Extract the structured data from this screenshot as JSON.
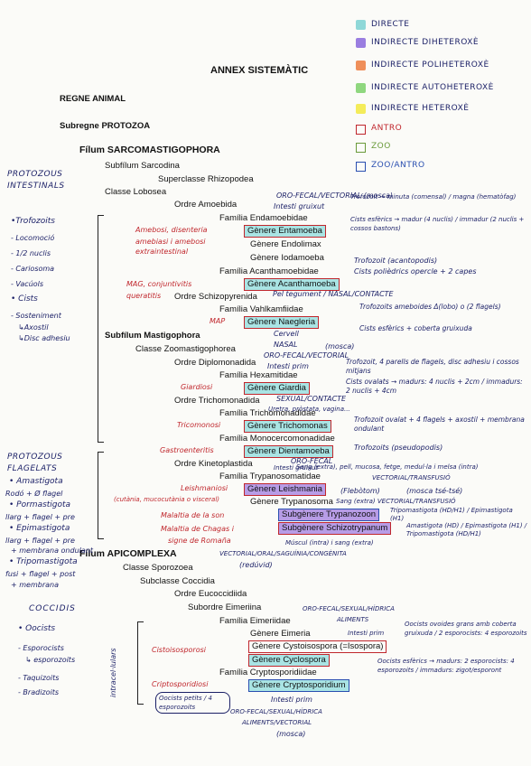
{
  "legend": [
    {
      "label": "DIRECTE",
      "color": "#8fd8d8"
    },
    {
      "label": "INDIRECTE DIHETEROXÈ",
      "color": "#9a7ee0"
    },
    {
      "label": "INDIRECTE POLIHETEROXÈ",
      "color": "#ef8f5a"
    },
    {
      "label": "INDIRECTE AUTOHETEROXÈ",
      "color": "#8fd77f"
    },
    {
      "label": "INDIRECTE HETEROXÈ",
      "color": "#f4ec5a"
    }
  ],
  "legend_boxes": [
    {
      "label": "ANTRO",
      "color": "#c0272d"
    },
    {
      "label": "ZOO",
      "color": "#6a9a3a"
    },
    {
      "label": "ZOO/ANTRO",
      "color": "#2a4fb0"
    }
  ],
  "doc": {
    "title": "ANNEX SISTEMÀTIC",
    "regne": "REGNE ANIMAL",
    "subregne": "Subregne PROTOZOA",
    "filum1": "Fílum SARCOMASTIGOPHORA",
    "subfilum_sarcodina": "Subfílum Sarcodina",
    "superclasse": "Superclasse Rhizopodea",
    "classe_lobosea": "Classe Lobosea",
    "ordre_amoebida": "Ordre Amoebida",
    "familia_endamoebidae": "Família Endamoebidae",
    "genere_entamoeba": "Gènere Entamoeba",
    "genere_endolimax": "Gènere Endolimax",
    "genere_iodamoeba": "Gènere Iodamoeba",
    "familia_acanthamoebidae": "Família Acanthamoebidae",
    "genere_acanthamoeba": "Gènere Acanthamoeba",
    "ordre_schizopyrenida": "Ordre Schizopyrenida",
    "familia_vahlkampfiidae": "Família Vahlkamfiidae",
    "genere_naegleria": "Gènere Naegleria",
    "subfilum_mastigophora": "Subfílum Mastigophora",
    "classe_zoomastigophorea": "Classe Zoomastigophorea",
    "ordre_diplomonadida": "Ordre Diplomonadida",
    "familia_hexamitidae": "Família Hexamitidae",
    "genere_giardia": "Gènere Giardia",
    "ordre_trichomonadida": "Ordre Trichomonadida",
    "familia_trichomonadidae": "Família Trichomonadidae",
    "genere_trichomonas": "Gènere Trichomonas",
    "familia_monocercomonadidae": "Família Monocercomonadidae",
    "genere_dientamoeba": "Gènere Dientamoeba",
    "ordre_kinetoplastida": "Ordre Kinetoplastida",
    "familia_trypanosomatidae": "Família Trypanosomatidae",
    "genere_leishmania": "Gènere Leishmania",
    "genere_trypanosoma": "Gènere Trypanosoma",
    "subgenere_trypanozoon": "Subgènere Trypanozoon",
    "subgenere_schizotrypanum": "Subgènere Schizotrypanum",
    "filum2": "Fílum APICOMPLEXA",
    "classe_sporozoea": "Classe Sporozoea",
    "subclasse_coccidia": "Subclasse Coccidia",
    "ordre_eucoccidiida": "Ordre Eucoccidiida",
    "subordre_eimeriina": "Subordre Eimeriina",
    "familia_eimeriidae": "Família Eimeriidae",
    "genere_eimeria": "Gènere Eimeria",
    "genere_cystoisospora": "Gènere Cystoisospora (=Isospora)",
    "genere_cyclospora": "Gènere Cyclospora",
    "familia_cryptosporidiidae": "Família Cryptosporidiidae",
    "genere_cryptosporidium": "Gènere Cryptosporidium"
  },
  "notes_left": {
    "protozous_intestinals": "PROTOZOUS INTESTINALS",
    "list1": [
      "•Trofozoits",
      "- Locomoció",
      "- 1/2 nuclis",
      "- Cariosoma",
      "- Vacúols",
      "• Cists",
      "- Sosteniment",
      "↳Axostil",
      "↳Disc adhesiu"
    ],
    "protozous_flagelats": "PROTOZOUS FLAGELATS",
    "list2": [
      "• Amastigota",
      "Rodó + Ø flagel",
      "• Pormastigota",
      "llarg + flagel + pre",
      "• Epimastigota",
      "llarg + flagel + pre",
      "+ membrana ondulant",
      "• Tripomastigota",
      "fusi + flagel + post",
      "+ membrana"
    ],
    "coccidis": "COCCIDIS",
    "list3": [
      "• Oocists",
      "- Esporocists",
      "↳ esporozoits",
      "- Taquizoits",
      "- Bradizoits"
    ]
  },
  "notes_red": {
    "amebosi": "Amebosi, disenteria",
    "amebiasi": "amebiasi i amebosi extraintestinal",
    "mag": "MAG, conjuntivitis",
    "queratitis": "queratitis",
    "map": "MAP",
    "giardiosi": "Giardiosi",
    "tricomonosi": "Tricomonosi",
    "gastroenteritis": "Gastroenteritis",
    "leishmaniosi": "Leishmaniosi",
    "leish_note": "(cutània, mucocutània o visceral)",
    "malaltia_son": "Malaltia de la son",
    "chagas": "Malaltia de Chagas i",
    "romana": "signe de Romaña",
    "cistoisosporosi": "Cistoisosporosi",
    "criptosporidiosi": "Criptosporidiosi",
    "intracellulars": "intracel·lulars"
  },
  "notes_right": {
    "n1": "ORO-FECAL/VECTORIAL (mosca)",
    "n2": "Intesti gruixut",
    "n3": "Trofozoit → minuta (comensal) / magna (hematòfag)",
    "n4": "Cists esfèrics → madur (4 nuclis) / immadur (2 nuclis + cossos bastons)",
    "n5": "Trofozoit (acantopodis)",
    "n6": "Cists polièdrics opercle + 2 capes",
    "n7": "Pel tegument / NASAL/CONTACTE",
    "n8": "Trofozoits ameboides Δ(lobo) o (2 flagels)",
    "n9": "Cists esfèrics + coberta gruixuda",
    "n10": "Cervell",
    "n11": "NASAL",
    "n12": "(mosca)",
    "n13": "ORO-FECAL/VECTORIAL",
    "n14": "Intesti prim",
    "n15": "Trofozoit, 4 parells de flagels, disc adhesiu i cossos mitjans",
    "n16": "Cists ovalats → madurs: 4 nuclis + 2cm / immadurs: 2 nuclis + 4cm",
    "n17": "SEXUAL/CONTACTE",
    "n18": "Uretra, pròstata, vagina...",
    "n19": "Trofozoit ovalat + 4 flagels + axostil + membrana ondulant",
    "n20": "Trofozoits (pseudopodis)",
    "n21": "ORO-FECAL",
    "n22": "Intesti gruixut",
    "n23": "Sang (extra), pell, mucosa, fetge, medul·la i melsa (intra)",
    "n24": "VECTORIAL/TRANSFUSIÓ",
    "n25": "(Flebòtom)",
    "n26": "(mosca tsé-tsé)",
    "n27": "Sang (extra)  VECTORIAL/TRANSFUSIÓ",
    "n28": "Tripomastigota (HD/H1) / Epimastigota (H1)",
    "n29": "Amastigota (HD) / Epimastigota (H1) / Tripomastigota (HD/H1)",
    "n30": "Múscul (intra) i sang (extra)",
    "n31": "VECTORIAL/ORAL/SAGUÍNIA/CONGÈNITA",
    "n32": "(redúvid)",
    "n33": "ORO-FECAL/SEXUAL/HÍDRICA",
    "n34": "ALIMENTS",
    "n35": "Intesti prim",
    "n36": "Oocists ovoides grans amb coberta gruixuda / 2 esporocists: 4 esporozoits",
    "n37": "Oocists esfèrics → madurs: 2 esporocists: 4 esporozoits / immadurs: zigot/esporont",
    "n38": "Intesti prim",
    "n39": "ORO-FECAL/SEXUAL/HÍDRICA",
    "n40": "ALIMENTS/VECTORIAL",
    "n41": "(mosca)",
    "n42": "Oocists petits / 4 esporozoits"
  }
}
